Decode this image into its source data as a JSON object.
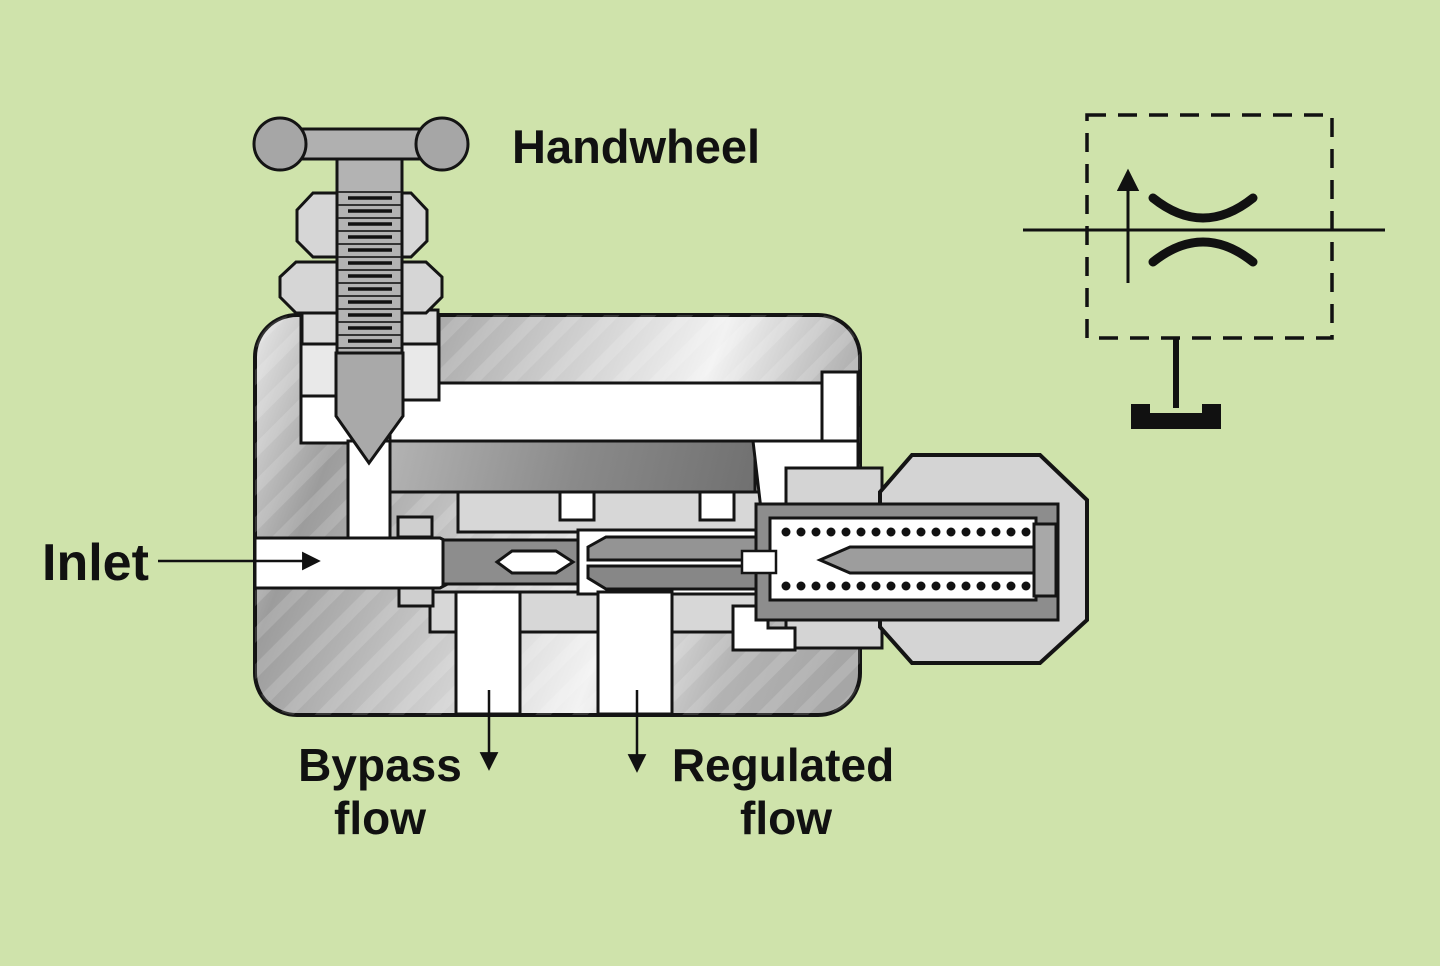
{
  "figure": {
    "kind": "valve-cross-section-diagram",
    "colors": {
      "background": "#cfe3ab",
      "outline": "#141414",
      "passage_white": "#ffffff",
      "part_light_gray": "#d6d6d6",
      "part_mid_gray": "#b0b0b0",
      "part_dark_gray": "#8d8d8d",
      "body_metal_light": "#f2f2f2",
      "body_metal_dark": "#757575"
    },
    "components": [
      "handwheel",
      "lock-nuts",
      "threaded-adjusting-screw",
      "needle",
      "valve-body",
      "inlet-port",
      "metering-orifice",
      "spool-sleeve",
      "compensator-spool",
      "bias-spring",
      "spring-cap",
      "spring-seat",
      "bypass-port",
      "regulated-flow-port"
    ]
  },
  "labels": {
    "handwheel": "Handwheel",
    "inlet": "Inlet",
    "bypass": {
      "line1": "Bypass",
      "line2": "flow"
    },
    "regulated": {
      "line1": "Regulated",
      "line2": "flow"
    }
  },
  "schematic_symbol": {
    "name": "adjustable-flow-control-with-bypass-symbol",
    "elements": [
      "dashed-envelope",
      "flow-line",
      "upward-flow-arrow",
      "venturi-restriction-arcs",
      "drain-line",
      "tank-symbol"
    ]
  }
}
